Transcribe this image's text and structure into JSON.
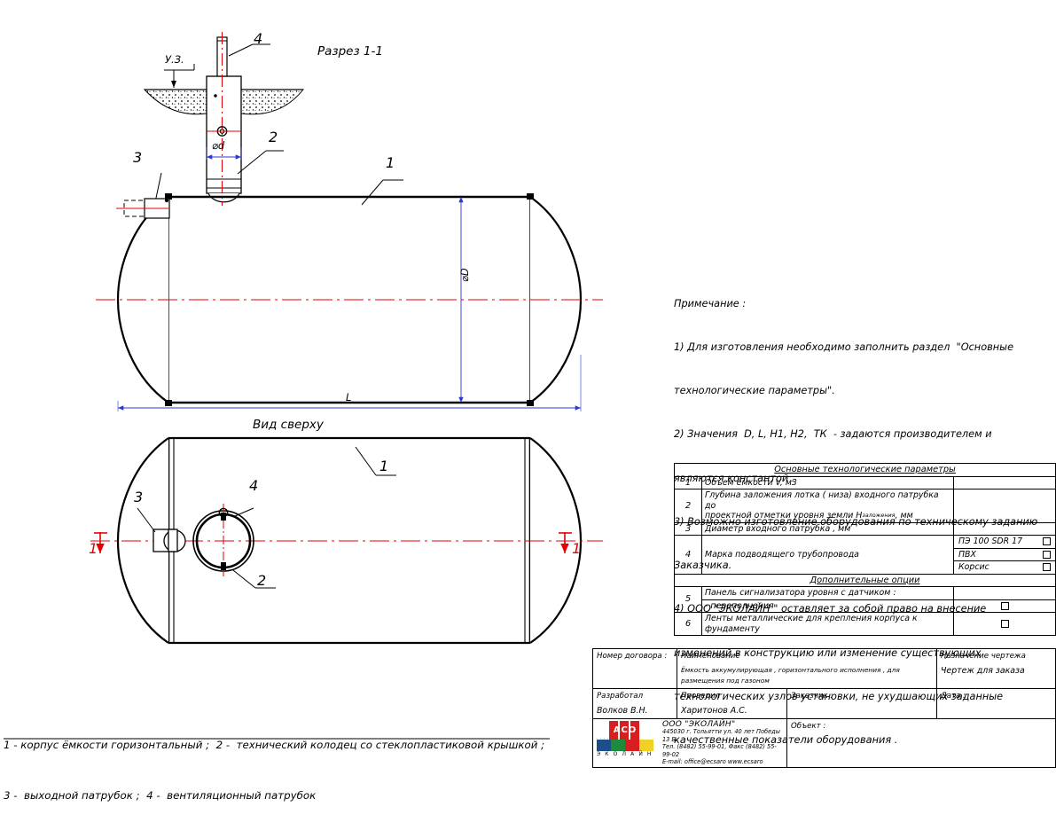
{
  "drawing": {
    "section_title": "Разрез 1-1",
    "top_view_title": "Вид сверху",
    "ground_level": "У.З.",
    "dim_small_d": "⌀d",
    "dim_big_d": "⌀D",
    "dim_length": "L",
    "callout_1": "1",
    "callout_2": "2",
    "callout_3": "3",
    "callout_4": "4",
    "section_mark_left": "1",
    "section_mark_right": "1",
    "colors": {
      "centerline": "#e60000",
      "dimension": "#2b37d4",
      "outline": "#000000"
    }
  },
  "legend": [
    "1 - корпус ёмкости горизонтальный ;  2 -  технический колодец со стеклопластиковой крышкой ;",
    "3 -  выходной патрубок ;  4 -  вентиляционный патрубок"
  ],
  "notes": {
    "heading": "Примечание :",
    "items": [
      "1) Для изготовления необходимо заполнить раздел  \"Основные",
      "технологические параметры\".",
      "2) Значения  D, L, H1, H2,  ТК  - задаются производителем и",
      "являются константой .",
      "3) Возможно изготовление оборудования по техническому заданию",
      "Заказчика.",
      "4) ООО \"ЭКОЛАЙН \" оставляет за собой право на внесение",
      "изменений в конструкцию или изменение существующих",
      "технологических узлов установки, не ухудшающих заданные",
      "качественные показатели оборудования ."
    ]
  },
  "spec_table": {
    "section_main": "Основные технологические параметры",
    "section_extra": "Дополнительные опции",
    "rows": [
      {
        "no": "1",
        "text": "Объем ёмкости  V,  м3",
        "value": ""
      },
      {
        "no": "2",
        "text_line1": "Глубина заложения лотка  ( низа)  входного патрубка до",
        "text_line2": "проектной отметки уровня земли Н",
        "text_sub": "заложения",
        "text_line2b": ", мм",
        "value": ""
      },
      {
        "no": "3",
        "text": "Диаметр входного патрубка , мм",
        "value": ""
      },
      {
        "no": "4",
        "text": "Марка подводящего трубопровода",
        "options": [
          "ПЭ 100 SDR 17",
          "ПВХ",
          "Корсис"
        ]
      },
      {
        "no": "5",
        "text": "Панель сигнализатора уровня с датчиком :",
        "subtext": "- переполнения"
      },
      {
        "no": "6",
        "text": "Ленты металлические для крепления корпуса к  фундаменту"
      }
    ]
  },
  "title_block": {
    "contract_label": "Номер договора :",
    "name_label": "Наименование",
    "name_value": "Ёмкость аккумулирующая , горизонтального исполнения , для размещения под газоном",
    "purpose_label": "Назначение чертежа",
    "purpose_value": "Чертеж для заказа",
    "developer_label": "Разработал",
    "developer_value": "Волков В.Н.",
    "checker_label": "Проверил",
    "checker_value": "Харитонов А.С.",
    "customer_label": "Заказчик :",
    "date_label": "Дата :",
    "object_label": "Объект :",
    "company": {
      "name": "ООО \"ЭКОЛАЙН\"",
      "address": "445030 г. Тольятти ул. 40 лет Победы  13 Б.",
      "phone": "Тел.  (8482) 55-99-01,  Факс  (8482) 55-99-02",
      "email": "E-mail: office@ecsaro   www.ecsaro",
      "logo_text": "ACO",
      "logo_brand": "Э К О Л А Й Н"
    }
  }
}
